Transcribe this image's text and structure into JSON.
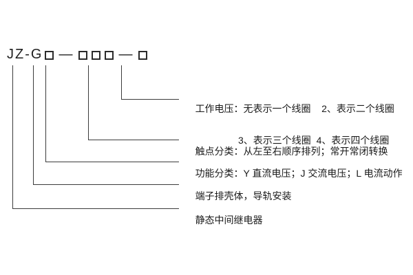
{
  "page": {
    "background": "#ffffff",
    "line_color": "#3a3a3a",
    "text_color": "#1a1a1a"
  },
  "model_code": {
    "prefix": "JZ-G",
    "dash1": "—",
    "dash2": "—",
    "box_slots": [
      "function-box",
      "contact-box-1",
      "contact-box-2",
      "contact-box-3",
      "voltage-box"
    ]
  },
  "labels": {
    "working_voltage_line1": "工作电压：无表示一个线圈    2、表示二个线圈",
    "working_voltage_line2": "3、表示三个线圈  4、表示四个线圈",
    "contact_class": "触点分类：从左至右顺序排列；常开常闭转换",
    "function_class": "功能分类：Y 直流电压；J 交流电压；L 电流动作",
    "housing": "端子排壳体，导轨安装",
    "relay_name": "静态中间继电器"
  }
}
